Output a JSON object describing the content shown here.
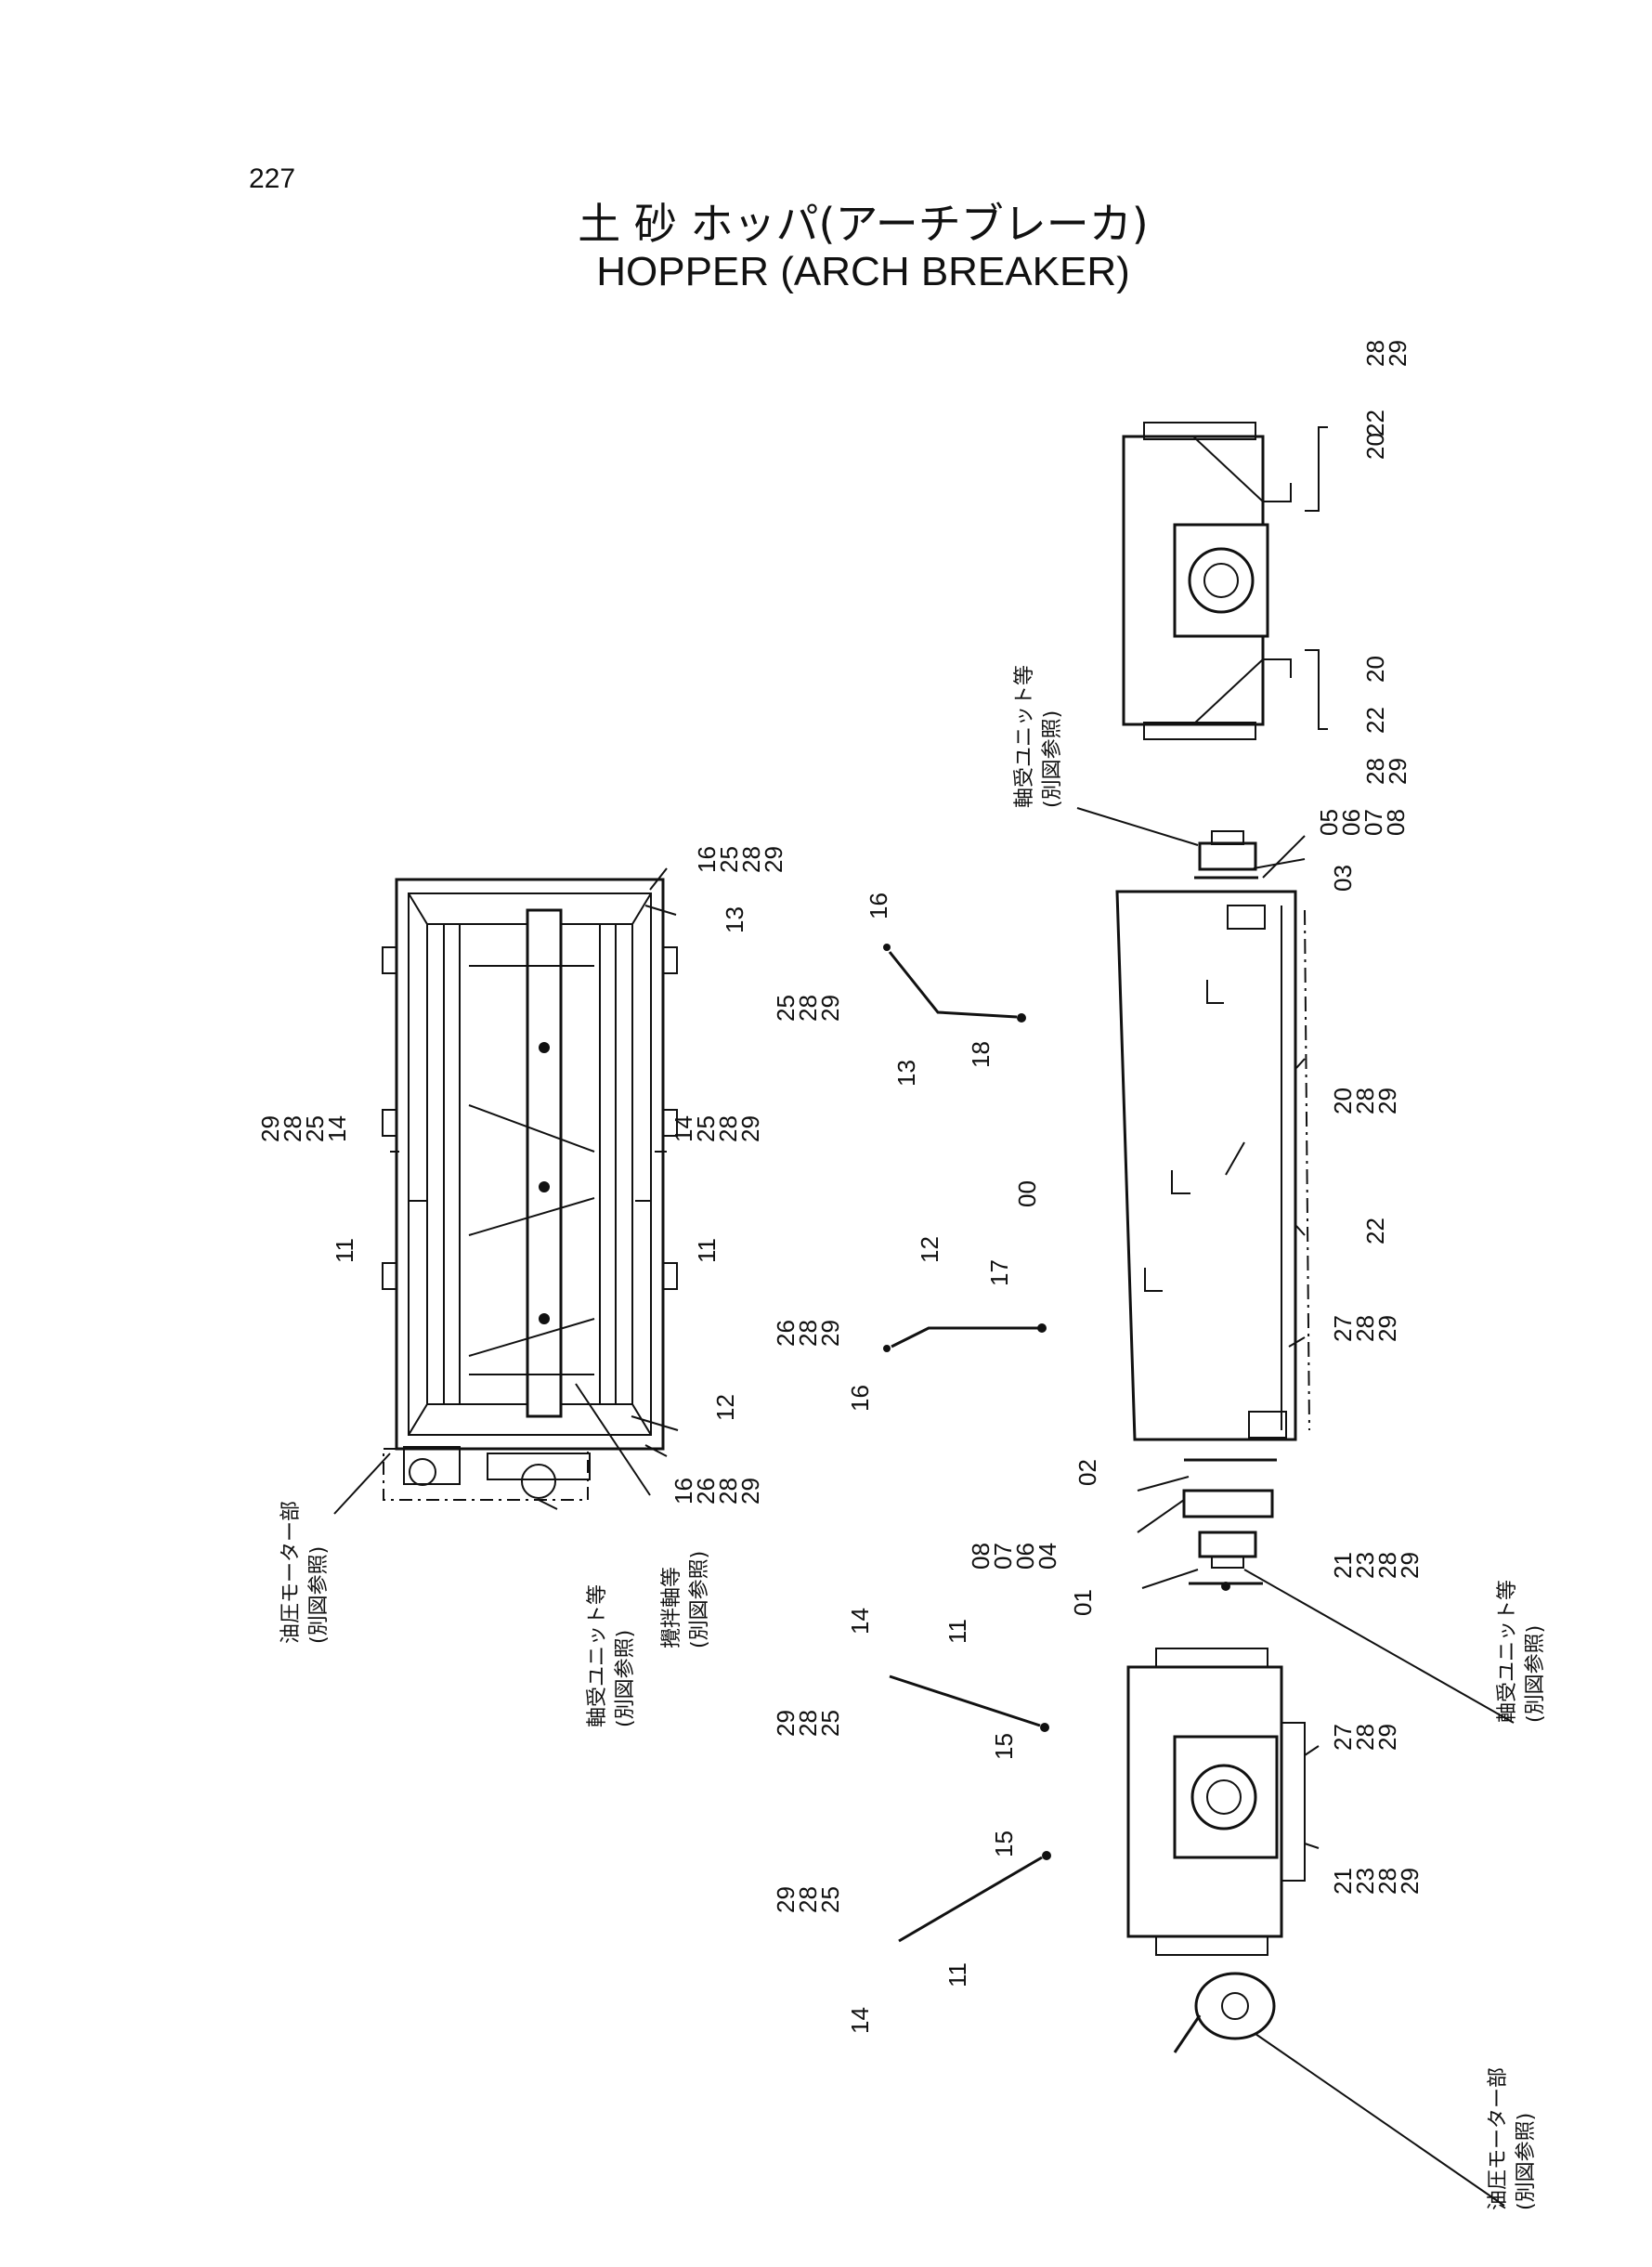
{
  "page_number": "227",
  "title_jp": "土 砂 ホッパ(アーチブレーカ)",
  "title_en": "HOPPER (ARCH  BREAKER)",
  "notes": {
    "hydraulic_motor_top": [
      "油圧モーター部",
      "(別図参照)"
    ],
    "bearing_unit_top": [
      "軸受ユニット等",
      "(別図参照)"
    ],
    "agitator_shaft": [
      "攪拌軸等",
      "(別図参照)"
    ],
    "bearing_unit_right_top": [
      "軸受ユニット等",
      "(別図参照)"
    ],
    "bearing_unit_right_mid": [
      "軸受ユニット等",
      "(別図参照)"
    ],
    "hydraulic_motor_bottom": [
      "油圧モーター部",
      "(別図参照)"
    ]
  },
  "callouts": {
    "top_view_left_a": [
      "29",
      "28",
      "25",
      "14"
    ],
    "top_view_left_b": [
      "11"
    ],
    "top_view_right_a": [
      "14",
      "25",
      "28",
      "29"
    ],
    "top_view_right_b": [
      "11"
    ],
    "top_view_top": [
      "16",
      "25",
      "28",
      "29"
    ],
    "top_view_13": [
      "13"
    ],
    "top_view_12": [
      "12"
    ],
    "top_view_bottom": [
      "16",
      "26",
      "28",
      "29"
    ],
    "arm_upper_16": [
      "16"
    ],
    "arm_upper_set": [
      "25",
      "28",
      "29"
    ],
    "arm_upper_13": [
      "13"
    ],
    "arm_upper_18": [
      "18"
    ],
    "arm_lower_set": [
      "26",
      "28",
      "29"
    ],
    "arm_lower_16": [
      "16"
    ],
    "arm_lower_12": [
      "12"
    ],
    "arm_lower_17": [
      "17"
    ],
    "body_00": [
      "00"
    ],
    "body_20": [
      "20",
      "28",
      "29"
    ],
    "body_22": [
      "22"
    ],
    "body_27": [
      "27",
      "28",
      "29"
    ],
    "body_03": [
      "03"
    ],
    "body_05": [
      "05",
      "06",
      "07",
      "08"
    ],
    "body_02": [
      "02"
    ],
    "body_08": [
      "08",
      "07",
      "06",
      "04"
    ],
    "body_01": [
      "01"
    ],
    "body_21": [
      "21",
      "23",
      "28",
      "29"
    ],
    "end_view_top_a": [
      "28",
      "29"
    ],
    "end_view_top_b": [
      "22"
    ],
    "end_view_top_c": [
      "20"
    ],
    "end_view_bottom_a": [
      "20"
    ],
    "end_view_bottom_b": [
      "22"
    ],
    "end_view_bottom_c": [
      "28",
      "29"
    ],
    "bar1_14": [
      "14"
    ],
    "bar1_11": [
      "11"
    ],
    "bar1_set": [
      "29",
      "28",
      "25"
    ],
    "bar1_15": [
      "15"
    ],
    "bar2_set": [
      "29",
      "28",
      "25"
    ],
    "bar2_15": [
      "15"
    ],
    "bar2_14": [
      "14"
    ],
    "bar2_11": [
      "11"
    ],
    "end_view2_27": [
      "27",
      "28",
      "29"
    ],
    "end_view2_21": [
      "21",
      "23",
      "28",
      "29"
    ]
  }
}
